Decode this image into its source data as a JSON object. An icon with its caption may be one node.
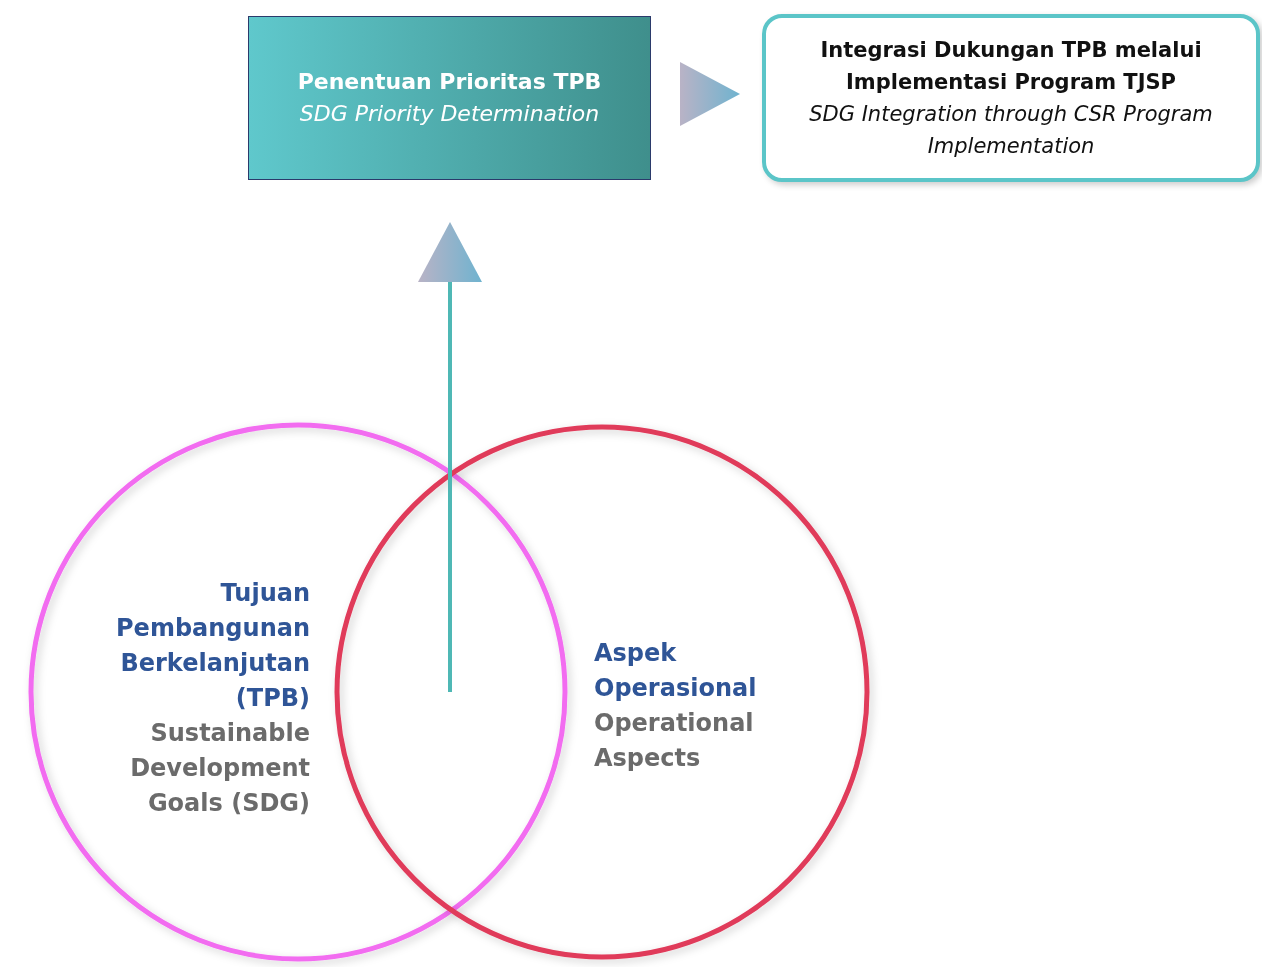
{
  "diagram": {
    "nodes": [
      {
        "text": [
          "Penentuan Prioritas TPB",
          "SDG Priority Determination"
        ]
      },
      {
        "text": [
          "Integrasi Dukungan TPB melalui Implementasi Program TJSP",
          "SDG Integration through CSR Program Implementation"
        ]
      },
      {
        "text": [
          "Tujuan Pembangunan Berkelanjutan (TPB)",
          "Sustainable Development Goals (SDG)"
        ]
      },
      {
        "text": [
          "Aspek Operasional",
          "Operational Aspects"
        ]
      }
    ],
    "edges": [
      {
        "from": 0,
        "to": 1,
        "arrow": "to"
      },
      {
        "from": 2,
        "to": 0,
        "arrow": "to"
      },
      {
        "from": 3,
        "to": 0,
        "arrow": "to"
      }
    ]
  }
}
